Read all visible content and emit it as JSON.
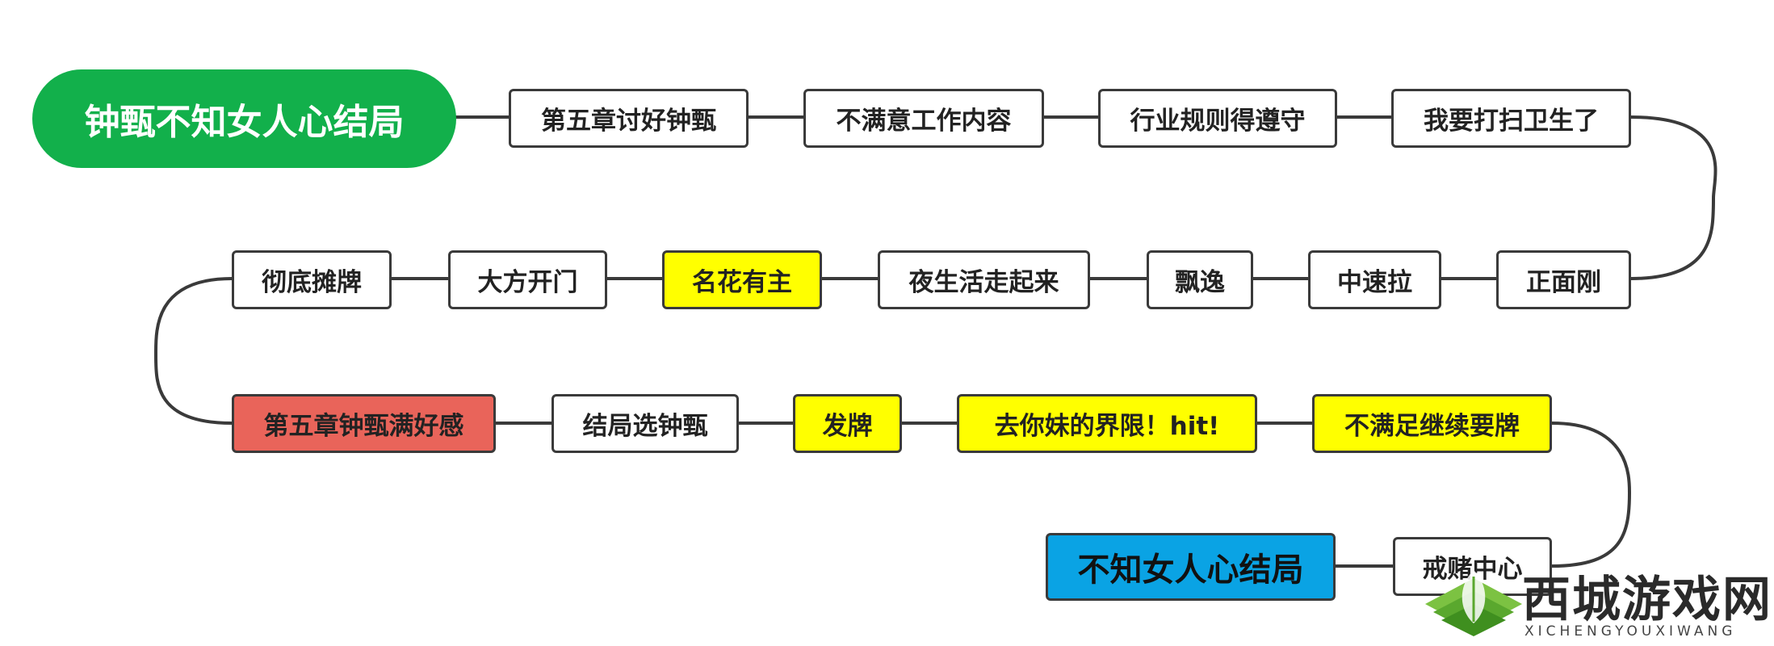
{
  "diagram": {
    "start": "钟甄不知女人心结局",
    "row1": [
      "第五章讨好钟甄",
      "不满意工作内容",
      "行业规则得遵守",
      "我要打扫卫生了"
    ],
    "row2": [
      "正面刚",
      "中速拉",
      "飘逸",
      "夜生活走起来",
      "名花有主",
      "大方开门",
      "彻底摊牌"
    ],
    "row3": [
      "第五章钟甄满好感",
      "结局选钟甄",
      "发牌",
      "去你妹的界限！hit!",
      "不满足继续要牌"
    ],
    "row4": [
      "戒赌中心"
    ],
    "end": "不知女人心结局"
  },
  "colors": {
    "start_fill": "#12b04b",
    "end_fill": "#0aa3e4",
    "highlight_yellow": "#ffff00",
    "highlight_red": "#e9645a",
    "border": "#3a3a3a"
  },
  "watermark": {
    "name": "西城游戏网",
    "domain": "XICHENGYOUXIWANG",
    "icon": "leaf-logo-icon"
  }
}
